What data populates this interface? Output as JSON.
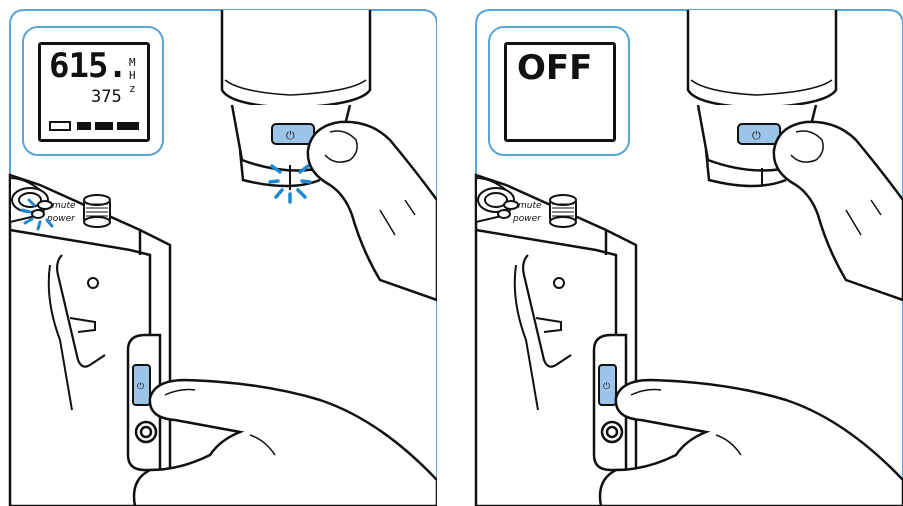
{
  "panels": [
    {
      "id": "on",
      "display": {
        "frequency_main": "615.",
        "frequency_sub": "375",
        "unit_chars": [
          "M",
          "H",
          "z"
        ],
        "battery_segments": 3
      },
      "device_labels": {
        "mute": "mute",
        "power": "power"
      },
      "led_state": "blinking"
    },
    {
      "id": "off",
      "display": {
        "status": "OFF"
      },
      "device_labels": {
        "mute": "mute",
        "power": "power"
      },
      "led_state": "off"
    }
  ],
  "colors": {
    "frame": "#5aa5d6",
    "button_blue": "#9cc4e8",
    "blink_blue": "#1e8ad6",
    "line": "#111111"
  }
}
